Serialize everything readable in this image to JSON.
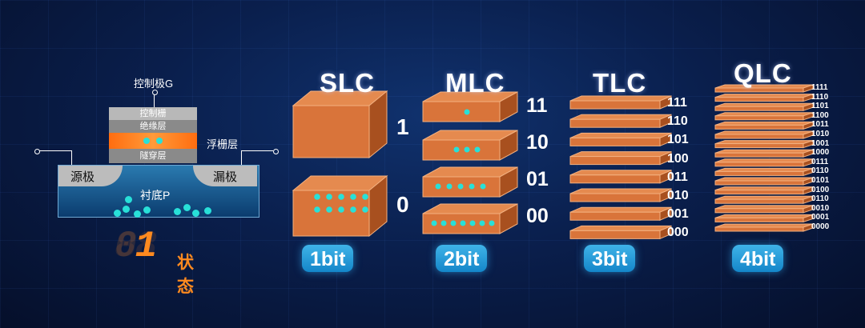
{
  "cell": {
    "gate_label": "控制极G",
    "control_gate": "控制栅",
    "insulator": "绝缘层",
    "floating_gate_label": "浮栅层",
    "tunnel_layer": "隧穿层",
    "source": "源极",
    "drain": "漏极",
    "substrate": "衬底P",
    "state_digits": "01",
    "state_text": "状态"
  },
  "columns": [
    {
      "title": "SLC",
      "bits": "1bit",
      "codes": [
        "1",
        "0"
      ]
    },
    {
      "title": "MLC",
      "bits": "2bit",
      "codes": [
        "11",
        "10",
        "01",
        "00"
      ]
    },
    {
      "title": "TLC",
      "bits": "3bit",
      "codes": [
        "111",
        "110",
        "101",
        "100",
        "011",
        "010",
        "001",
        "000"
      ]
    },
    {
      "title": "QLC",
      "bits": "4bit",
      "codes": [
        "1111",
        "1110",
        "1101",
        "1100",
        "1011",
        "1010",
        "1001",
        "1000",
        "0111",
        "0110",
        "0101",
        "0100",
        "0110",
        "0010",
        "0001",
        "0000"
      ]
    }
  ],
  "colors": {
    "accent_orange": "#d9743a",
    "electron_cyan": "#28e0d8",
    "badge_blue": "#1f9ad8"
  }
}
